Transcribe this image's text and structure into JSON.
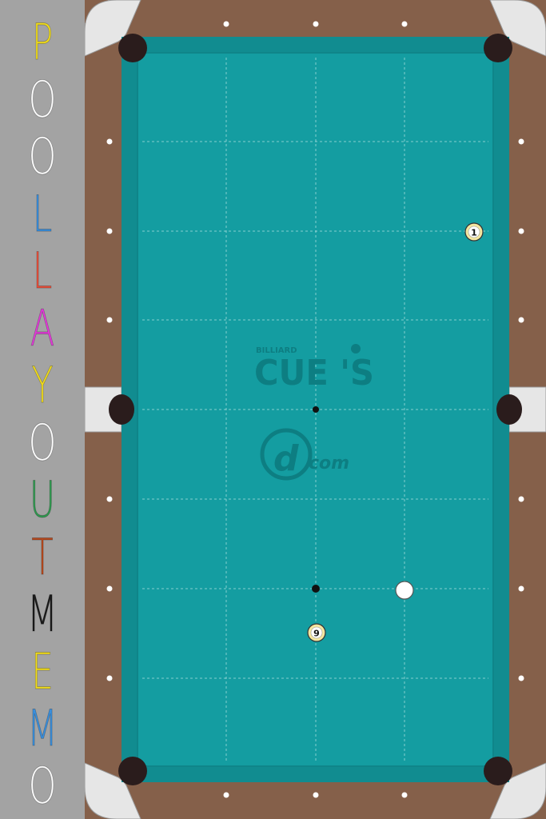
{
  "sidebar": {
    "title_letters": [
      {
        "char": "P",
        "color": "#f0dc1e"
      },
      {
        "char": "O",
        "color": "#ffffff"
      },
      {
        "char": "O",
        "color": "#ffffff"
      },
      {
        "char": "L",
        "color": "#3a8fdc"
      },
      {
        "char": "L",
        "color": "#e8503c"
      },
      {
        "char": "A",
        "color": "#e23ad8"
      },
      {
        "char": "Y",
        "color": "#f0dc1e"
      },
      {
        "char": "O",
        "color": "#ffffff"
      },
      {
        "char": "U",
        "color": "#2f9a4f"
      },
      {
        "char": "T",
        "color": "#b84a1e"
      },
      {
        "char": "M",
        "color": "#1a1a1a"
      },
      {
        "char": "E",
        "color": "#f0dc1e"
      },
      {
        "char": "M",
        "color": "#3a8fdc"
      },
      {
        "char": "O",
        "color": "#ffffff"
      }
    ]
  },
  "table": {
    "cloth_color": "#149da1",
    "rail_color": "#85604a",
    "corner_color": "#e6e6e6",
    "pocket_color": "#2a1c1c",
    "watermark": {
      "small": "BILLIARD",
      "large": "CUE 'S",
      "site": "com"
    },
    "balls": [
      {
        "id": "1",
        "label": "1",
        "kind": "numbered",
        "color": "#f3e6a0"
      },
      {
        "id": "9",
        "label": "9",
        "kind": "numbered",
        "color": "#f3e6a0"
      },
      {
        "id": "cue",
        "label": "",
        "kind": "cue",
        "color": "#ffffff"
      }
    ]
  }
}
